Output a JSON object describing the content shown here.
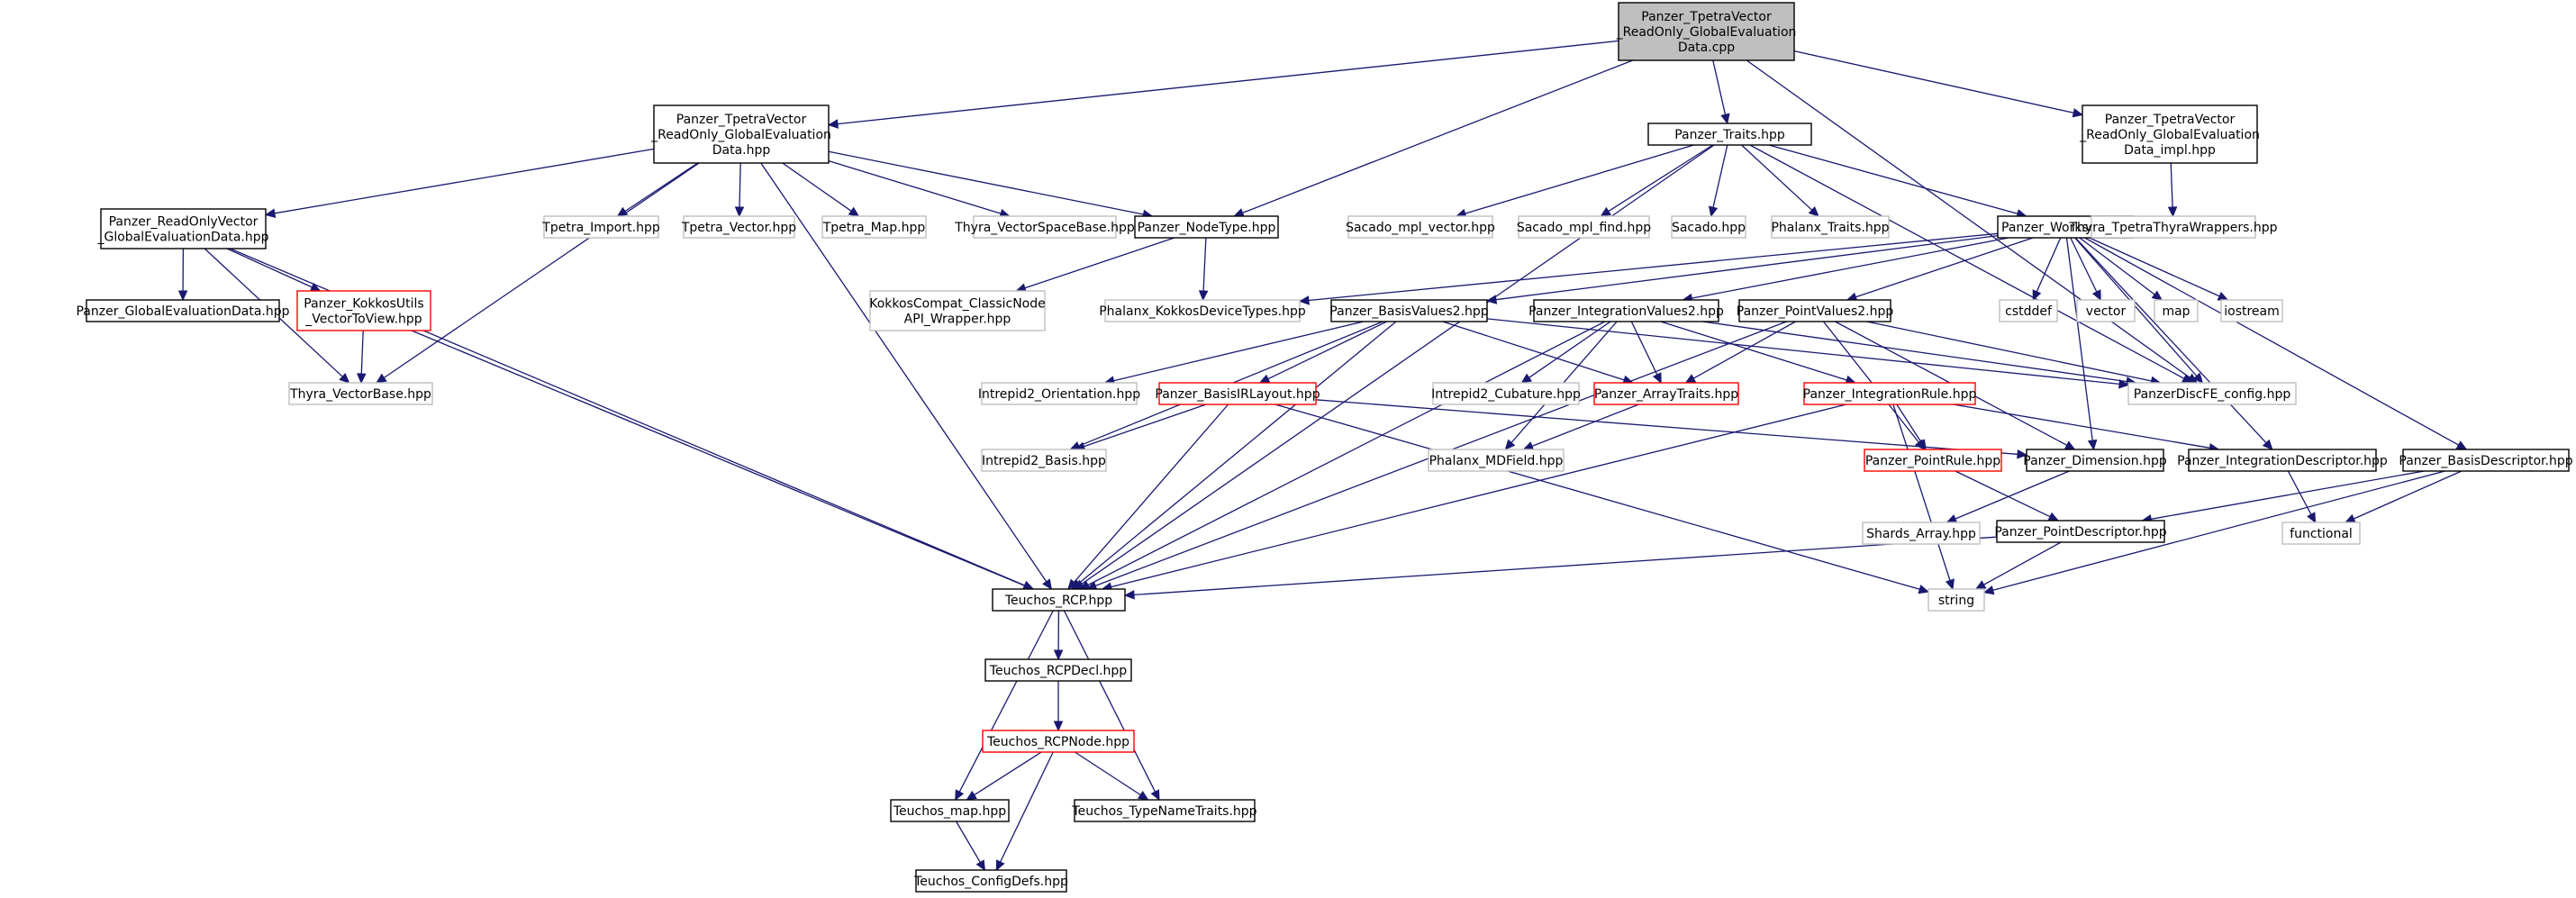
{
  "diagram": {
    "kind": "include dependency graph",
    "colors": {
      "edge": "#191970",
      "root_fill": "#bfbfbf",
      "documented_border": "#000000",
      "external_border": "#bfbfbf",
      "truncated_border": "#ff0000"
    },
    "nodes": [
      {
        "id": "root",
        "style": "root",
        "lines": [
          "Panzer_TpetraVector",
          "_ReadOnly_GlobalEvaluation",
          "Data.cpp"
        ]
      },
      {
        "id": "hdr",
        "style": "doc",
        "lines": [
          "Panzer_TpetraVector",
          "_ReadOnly_GlobalEvaluation",
          "Data.hpp"
        ]
      },
      {
        "id": "traits",
        "style": "doc",
        "lines": [
          "Panzer_Traits.hpp"
        ]
      },
      {
        "id": "impl",
        "style": "doc",
        "lines": [
          "Panzer_TpetraVector",
          "_ReadOnly_GlobalEvaluation",
          "Data_impl.hpp"
        ]
      },
      {
        "id": "rovec",
        "style": "doc",
        "lines": [
          "Panzer_ReadOnlyVector",
          "_GlobalEvaluationData.hpp"
        ]
      },
      {
        "id": "timport",
        "style": "ext",
        "lines": [
          "Tpetra_Import.hpp"
        ]
      },
      {
        "id": "tvector",
        "style": "ext",
        "lines": [
          "Tpetra_Vector.hpp"
        ]
      },
      {
        "id": "tmap",
        "style": "ext",
        "lines": [
          "Tpetra_Map.hpp"
        ]
      },
      {
        "id": "thyravsb",
        "style": "ext",
        "lines": [
          "Thyra_VectorSpaceBase.hpp"
        ]
      },
      {
        "id": "nodetype",
        "style": "doc",
        "lines": [
          "Panzer_NodeType.hpp"
        ]
      },
      {
        "id": "sacvec",
        "style": "ext",
        "lines": [
          "Sacado_mpl_vector.hpp"
        ]
      },
      {
        "id": "sacfind",
        "style": "ext",
        "lines": [
          "Sacado_mpl_find.hpp"
        ]
      },
      {
        "id": "sacado",
        "style": "ext",
        "lines": [
          "Sacado.hpp"
        ]
      },
      {
        "id": "phtraits",
        "style": "ext",
        "lines": [
          "Phalanx_Traits.hpp"
        ]
      },
      {
        "id": "workset",
        "style": "doc",
        "lines": [
          "Panzer_Workset.hpp"
        ]
      },
      {
        "id": "thyratw",
        "style": "ext",
        "lines": [
          "Thyra_TpetraThyraWrappers.hpp"
        ]
      },
      {
        "id": "gevd",
        "style": "doc",
        "lines": [
          "Panzer_GlobalEvaluationData.hpp"
        ]
      },
      {
        "id": "kku",
        "style": "trunc",
        "lines": [
          "Panzer_KokkosUtils",
          "_VectorToView.hpp"
        ]
      },
      {
        "id": "kcompat",
        "style": "ext",
        "lines": [
          "KokkosCompat_ClassicNode",
          "API_Wrapper.hpp"
        ]
      },
      {
        "id": "phkdt",
        "style": "ext",
        "lines": [
          "Phalanx_KokkosDeviceTypes.hpp"
        ]
      },
      {
        "id": "bv2",
        "style": "doc",
        "lines": [
          "Panzer_BasisValues2.hpp"
        ]
      },
      {
        "id": "iv2",
        "style": "doc",
        "lines": [
          "Panzer_IntegrationValues2.hpp"
        ]
      },
      {
        "id": "pv2",
        "style": "doc",
        "lines": [
          "Panzer_PointValues2.hpp"
        ]
      },
      {
        "id": "cstddef",
        "style": "ext",
        "lines": [
          "cstddef"
        ]
      },
      {
        "id": "vector",
        "style": "ext",
        "lines": [
          "vector"
        ]
      },
      {
        "id": "map",
        "style": "ext",
        "lines": [
          "map"
        ]
      },
      {
        "id": "iostream",
        "style": "ext",
        "lines": [
          "iostream"
        ]
      },
      {
        "id": "thyravb",
        "style": "ext",
        "lines": [
          "Thyra_VectorBase.hpp"
        ]
      },
      {
        "id": "i2orient",
        "style": "ext",
        "lines": [
          "Intrepid2_Orientation.hpp"
        ]
      },
      {
        "id": "birl",
        "style": "trunc",
        "lines": [
          "Panzer_BasisIRLayout.hpp"
        ]
      },
      {
        "id": "i2cub",
        "style": "ext",
        "lines": [
          "Intrepid2_Cubature.hpp"
        ]
      },
      {
        "id": "arrtraits",
        "style": "trunc",
        "lines": [
          "Panzer_ArrayTraits.hpp"
        ]
      },
      {
        "id": "intrule",
        "style": "trunc",
        "lines": [
          "Panzer_IntegrationRule.hpp"
        ]
      },
      {
        "id": "pdfe",
        "style": "ext",
        "lines": [
          "PanzerDiscFE_config.hpp"
        ]
      },
      {
        "id": "i2basis",
        "style": "ext",
        "lines": [
          "Intrepid2_Basis.hpp"
        ]
      },
      {
        "id": "mdfield",
        "style": "ext",
        "lines": [
          "Phalanx_MDField.hpp"
        ]
      },
      {
        "id": "ptrule",
        "style": "trunc",
        "lines": [
          "Panzer_PointRule.hpp"
        ]
      },
      {
        "id": "dimension",
        "style": "doc",
        "lines": [
          "Panzer_Dimension.hpp"
        ]
      },
      {
        "id": "intdesc",
        "style": "doc",
        "lines": [
          "Panzer_IntegrationDescriptor.hpp"
        ]
      },
      {
        "id": "basisdesc",
        "style": "doc",
        "lines": [
          "Panzer_BasisDescriptor.hpp"
        ]
      },
      {
        "id": "shards",
        "style": "ext",
        "lines": [
          "Shards_Array.hpp"
        ]
      },
      {
        "id": "functional",
        "style": "ext",
        "lines": [
          "functional"
        ]
      },
      {
        "id": "ptdesc",
        "style": "doc",
        "lines": [
          "Panzer_PointDescriptor.hpp"
        ]
      },
      {
        "id": "rcp",
        "style": "doc",
        "lines": [
          "Teuchos_RCP.hpp"
        ]
      },
      {
        "id": "string",
        "style": "ext",
        "lines": [
          "string"
        ]
      },
      {
        "id": "rcpdecl",
        "style": "doc",
        "lines": [
          "Teuchos_RCPDecl.hpp"
        ]
      },
      {
        "id": "rcpnode",
        "style": "trunc",
        "lines": [
          "Teuchos_RCPNode.hpp"
        ]
      },
      {
        "id": "tmaphpp",
        "style": "doc",
        "lines": [
          "Teuchos_map.hpp"
        ]
      },
      {
        "id": "typename",
        "style": "doc",
        "lines": [
          "Teuchos_TypeNameTraits.hpp"
        ]
      },
      {
        "id": "configdefs",
        "style": "doc",
        "lines": [
          "Teuchos_ConfigDefs.hpp"
        ]
      }
    ],
    "edges": [
      [
        "root",
        "hdr"
      ],
      [
        "root",
        "nodetype"
      ],
      [
        "root",
        "traits"
      ],
      [
        "root",
        "pdfe"
      ],
      [
        "root",
        "impl"
      ],
      [
        "hdr",
        "rovec"
      ],
      [
        "hdr",
        "timport"
      ],
      [
        "hdr",
        "tvector"
      ],
      [
        "hdr",
        "tmap"
      ],
      [
        "hdr",
        "thyravsb"
      ],
      [
        "hdr",
        "nodetype"
      ],
      [
        "hdr",
        "thyravb"
      ],
      [
        "hdr",
        "rcp"
      ],
      [
        "rovec",
        "gevd"
      ],
      [
        "rovec",
        "kku"
      ],
      [
        "rovec",
        "thyravb"
      ],
      [
        "rovec",
        "rcp"
      ],
      [
        "kku",
        "thyravb"
      ],
      [
        "kku",
        "rcp"
      ],
      [
        "nodetype",
        "kcompat"
      ],
      [
        "nodetype",
        "phkdt"
      ],
      [
        "impl",
        "thyratw"
      ],
      [
        "traits",
        "rcp"
      ],
      [
        "traits",
        "sacvec"
      ],
      [
        "traits",
        "sacfind"
      ],
      [
        "traits",
        "sacado"
      ],
      [
        "traits",
        "phtraits"
      ],
      [
        "traits",
        "workset"
      ],
      [
        "traits",
        "pdfe"
      ],
      [
        "workset",
        "bv2"
      ],
      [
        "workset",
        "iv2"
      ],
      [
        "workset",
        "pv2"
      ],
      [
        "workset",
        "phkdt"
      ],
      [
        "workset",
        "cstddef"
      ],
      [
        "workset",
        "vector"
      ],
      [
        "workset",
        "map"
      ],
      [
        "workset",
        "iostream"
      ],
      [
        "workset",
        "dimension"
      ],
      [
        "workset",
        "intdesc"
      ],
      [
        "workset",
        "basisdesc"
      ],
      [
        "workset",
        "pdfe"
      ],
      [
        "bv2",
        "i2orient"
      ],
      [
        "bv2",
        "birl"
      ],
      [
        "bv2",
        "arrtraits"
      ],
      [
        "bv2",
        "i2basis"
      ],
      [
        "bv2",
        "rcp"
      ],
      [
        "bv2",
        "pdfe"
      ],
      [
        "iv2",
        "i2cub"
      ],
      [
        "iv2",
        "arrtraits"
      ],
      [
        "iv2",
        "intrule"
      ],
      [
        "iv2",
        "mdfield"
      ],
      [
        "iv2",
        "rcp"
      ],
      [
        "iv2",
        "pdfe"
      ],
      [
        "pv2",
        "arrtraits"
      ],
      [
        "pv2",
        "ptrule"
      ],
      [
        "pv2",
        "dimension"
      ],
      [
        "pv2",
        "rcp"
      ],
      [
        "pv2",
        "pdfe"
      ],
      [
        "birl",
        "i2basis"
      ],
      [
        "birl",
        "dimension"
      ],
      [
        "birl",
        "rcp"
      ],
      [
        "birl",
        "string"
      ],
      [
        "arrtraits",
        "mdfield"
      ],
      [
        "intrule",
        "ptrule"
      ],
      [
        "intrule",
        "intdesc"
      ],
      [
        "intrule",
        "rcp"
      ],
      [
        "intrule",
        "string"
      ],
      [
        "ptrule",
        "ptdesc"
      ],
      [
        "dimension",
        "shards"
      ],
      [
        "intdesc",
        "functional"
      ],
      [
        "basisdesc",
        "ptdesc"
      ],
      [
        "basisdesc",
        "functional"
      ],
      [
        "basisdesc",
        "string"
      ],
      [
        "ptdesc",
        "rcp"
      ],
      [
        "ptdesc",
        "string"
      ],
      [
        "rcp",
        "rcpdecl"
      ],
      [
        "rcp",
        "tmaphpp"
      ],
      [
        "rcp",
        "typename"
      ],
      [
        "rcpdecl",
        "rcpnode"
      ],
      [
        "rcpnode",
        "tmaphpp"
      ],
      [
        "rcpnode",
        "typename"
      ],
      [
        "rcpnode",
        "configdefs"
      ],
      [
        "tmaphpp",
        "configdefs"
      ]
    ]
  }
}
